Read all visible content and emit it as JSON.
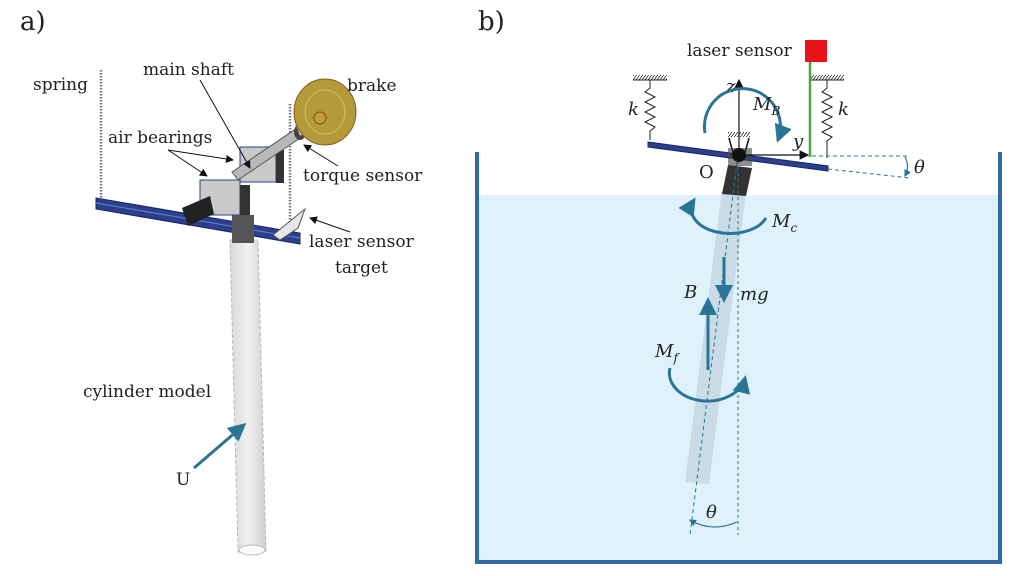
{
  "panels": {
    "a": {
      "label": "a)",
      "annotations": {
        "spring": "spring",
        "main_shaft": "main shaft",
        "brake": "brake",
        "air_bearings": "air bearings",
        "torque_sensor": "torque sensor",
        "laser_target_line1": "laser sensor",
        "laser_target_line2": "target",
        "cylinder_model": "cylinder model",
        "flow": "U"
      }
    },
    "b": {
      "label": "b)",
      "annotations": {
        "laser_sensor": "laser sensor",
        "spring_left": "k",
        "spring_right": "k",
        "axis_z": "z",
        "axis_y": "y",
        "origin": "O",
        "moment_B": "M",
        "moment_B_sub": "B",
        "moment_c": "M",
        "moment_c_sub": "c",
        "moment_f": "M",
        "moment_f_sub": "f",
        "buoyancy": "B",
        "weight": "mg",
        "angle_top": "θ",
        "angle_bottom": "θ"
      }
    }
  },
  "colors": {
    "accent": "#2a7496",
    "water": "#dff1fa",
    "tank": "#2f6aa3",
    "rail": "#2c3f8c",
    "laser": "#e8141a",
    "laser_beam": "#4aa83a",
    "brake": "#b59a3a"
  }
}
